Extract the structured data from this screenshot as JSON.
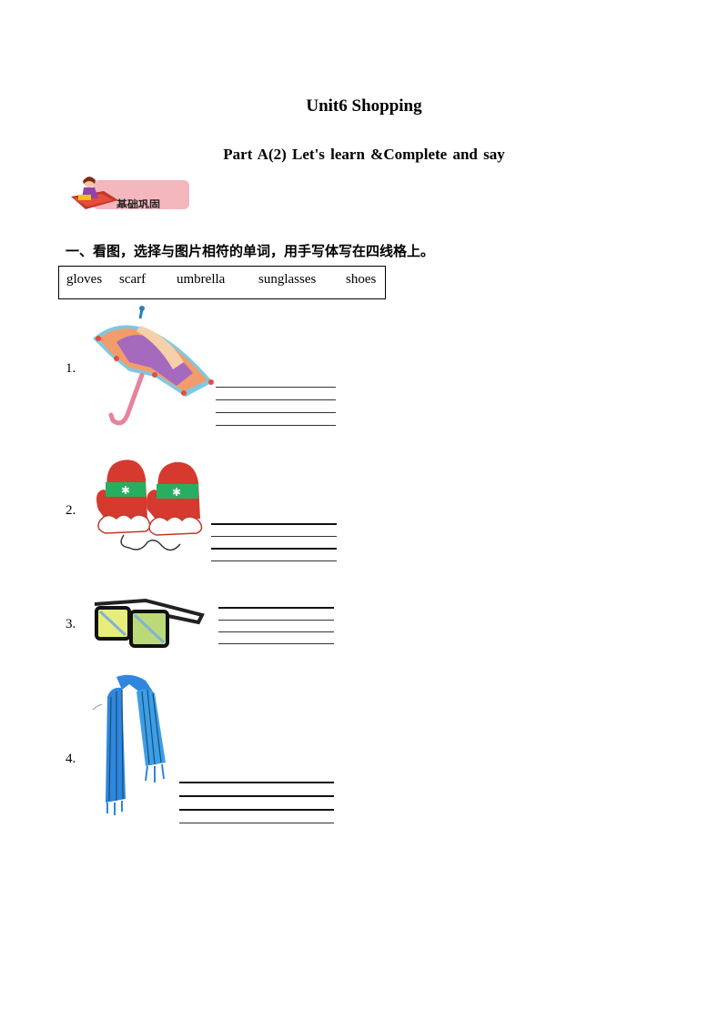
{
  "title": "Unit6 Shopping",
  "subtitle": "Part  A(2)  Let's learn &Complete  and  say",
  "banner": {
    "label": "基础巩固"
  },
  "instruction": "一、看图，选择与图片相符的单词，用手写体写在四线格上。",
  "word_bank": [
    "gloves",
    "scarf",
    "umbrella",
    "sunglasses",
    "shoes"
  ],
  "questions": [
    {
      "number": "1.",
      "picture": "umbrella-icon"
    },
    {
      "number": "2.",
      "picture": "mittens-icon"
    },
    {
      "number": "3.",
      "picture": "sunglasses-icon"
    },
    {
      "number": "4.",
      "picture": "scarf-icon"
    }
  ]
}
